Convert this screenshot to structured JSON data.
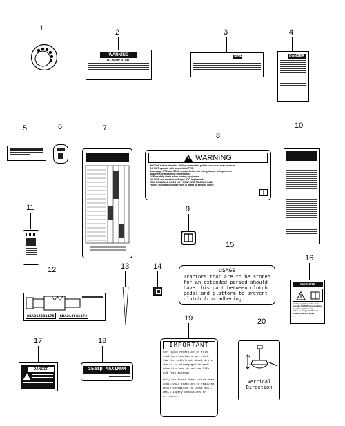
{
  "callouts": [
    "1",
    "2",
    "3",
    "4",
    "5",
    "6",
    "7",
    "8",
    "9",
    "10",
    "11",
    "12",
    "13",
    "14",
    "15",
    "16",
    "17",
    "18",
    "19",
    "20"
  ],
  "label2": {
    "banner": "WARNING",
    "line1": "TO JUMP START"
  },
  "label3": {
    "banner": "DANGER"
  },
  "label4": {
    "banner": "DANGER"
  },
  "label8": {
    "header": "WARNING",
    "lines": [
      "Pull ONLY from drawbar. Pulling from other points can cause rear overturn.",
      "DO NOT operate with unshielded PTO.",
      "Disengage PTO and STOP engine before servicing tractor or implement",
      "attaching or detaching implements.",
      "USE a safety chain when towing equipment.",
      "DO NOT use drawbar pull-type PTO implements.",
      "THIS DRAWBAR DOES NOT CONFORM TO ASAE S482.",
      "Failure to comply could result in death or serious injury."
    ]
  },
  "label12": {
    "part1": "SBA314631175",
    "part2": "SBA314631174"
  },
  "label15": {
    "title": "USAGE",
    "lines": [
      "Tractors that are to be stored",
      "for an extended period should",
      "have this part between clutch",
      "pedal and platform to prevent",
      "clutch from adhering."
    ]
  },
  "label16": {
    "banner": "WARNING",
    "lines": [
      "Cooling system operates under",
      "pressure. DO NOT remove radiator",
      "cap while system is hot.",
      "Failure to comply could result",
      "in death or serious injury."
    ]
  },
  "label17": {
    "banner": "DANGER"
  },
  "label18": {
    "text": "15amp MAXIMUM"
  },
  "label19": {
    "title": "IMPORTANT",
    "lines": [
      "For rapid reversion in film",
      "soil,hard surfaces and cond-",
      "tim the soil,front wheel drive",
      "should be disengaged to medi-",
      "mize tire and driveline life",
      "and fuel economy.",
      "",
      "Only use front wheel drive when",
      "additional traction is required",
      "while operation in loose soil,",
      "wet,slippery conditions or",
      "on places."
    ]
  },
  "label20": {
    "text1": "Vertical",
    "text2": "Direction"
  }
}
